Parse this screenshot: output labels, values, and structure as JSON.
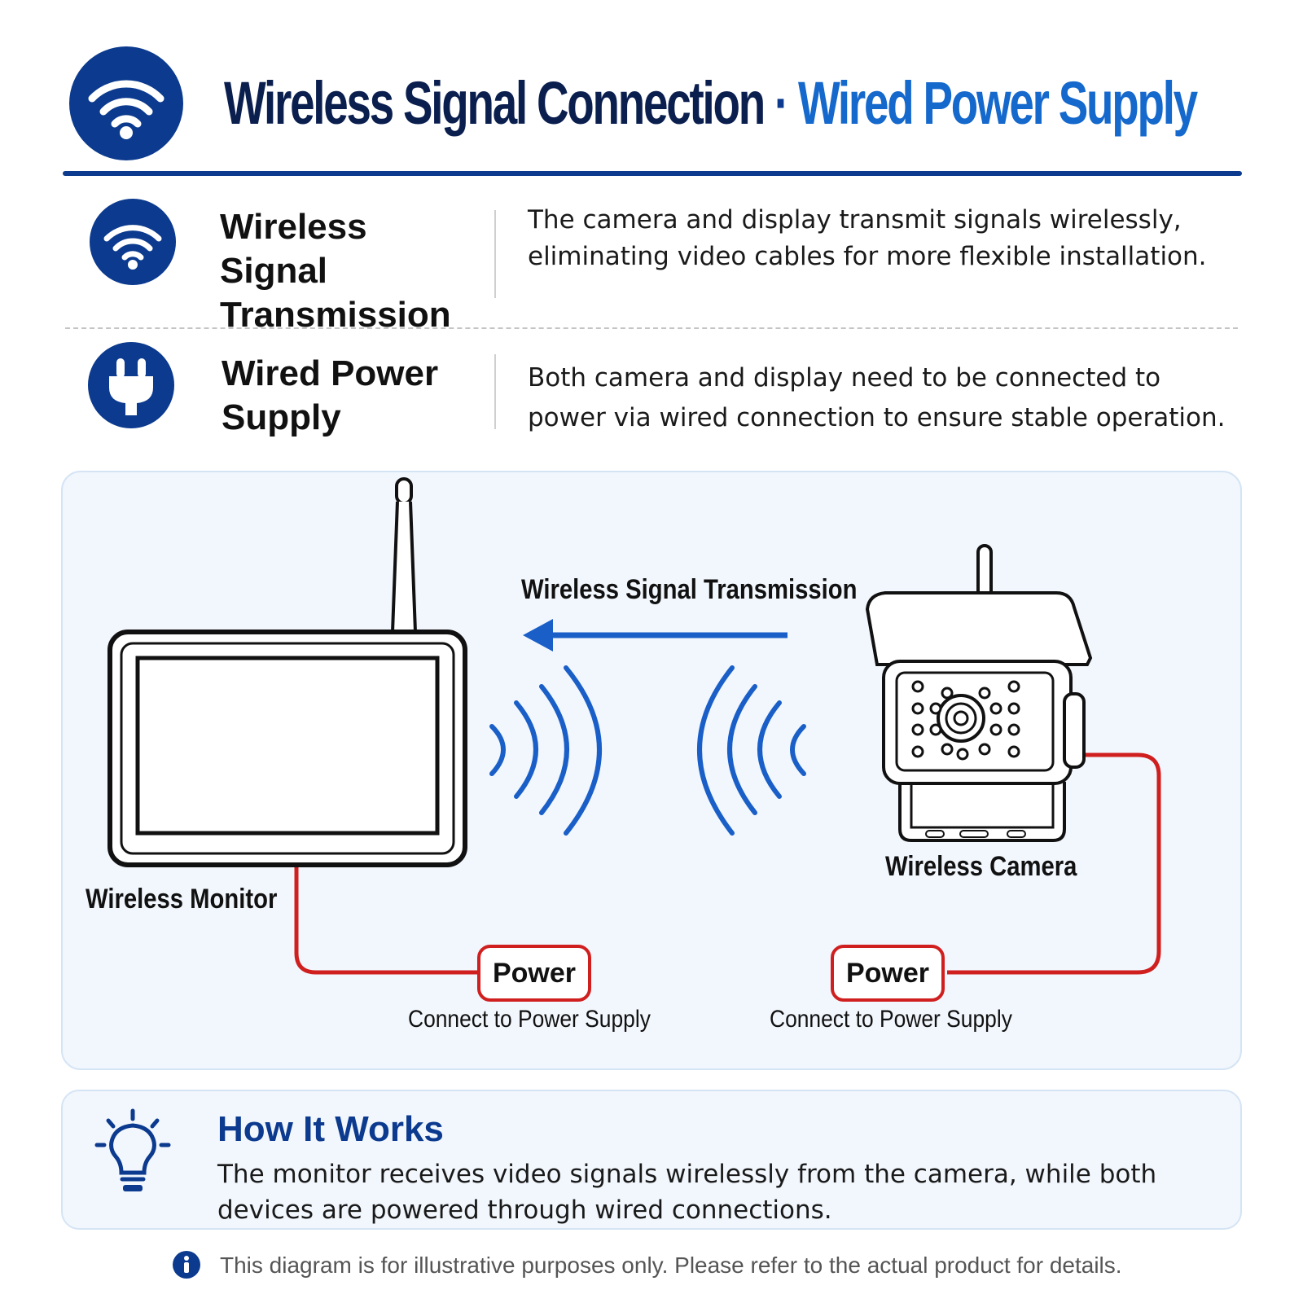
{
  "header": {
    "title_main": "Wireless Signal Connection",
    "title_sep": " · ",
    "title_accent": "Wired Power Supply",
    "icon": "wifi-icon"
  },
  "features": [
    {
      "icon": "wifi-icon",
      "title_line1": "Wireless Signal",
      "title_line2": "Transmission",
      "description": "The camera and display transmit signals wirelessly, eliminating video cables for more flexible installation."
    },
    {
      "icon": "plug-icon",
      "title_line1": "Wired Power",
      "title_line2": "Supply",
      "description": "Both camera and display need to be connected to power via wired connection to ensure stable operation."
    }
  ],
  "diagram": {
    "signal_label": "Wireless Signal Transmission",
    "monitor_label": "Wireless Monitor",
    "camera_label": "Wireless Camera",
    "power_label": "Power",
    "power_sub": "Connect to Power Supply"
  },
  "how_it_works": {
    "title": "How It Works",
    "text": "The monitor receives video signals wirelessly from the camera, while both devices are powered through wired connections.",
    "icon": "lightbulb-icon"
  },
  "footer": {
    "note": "This diagram is for illustrative purposes only. Please refer to the actual product for details.",
    "icon": "info-icon"
  },
  "colors": {
    "navy": "#0b3a8e",
    "accent_blue": "#1568cc",
    "signal_blue": "#1a5fc8",
    "power_red": "#d01f1f",
    "panel_bg": "#f2f7fd"
  }
}
